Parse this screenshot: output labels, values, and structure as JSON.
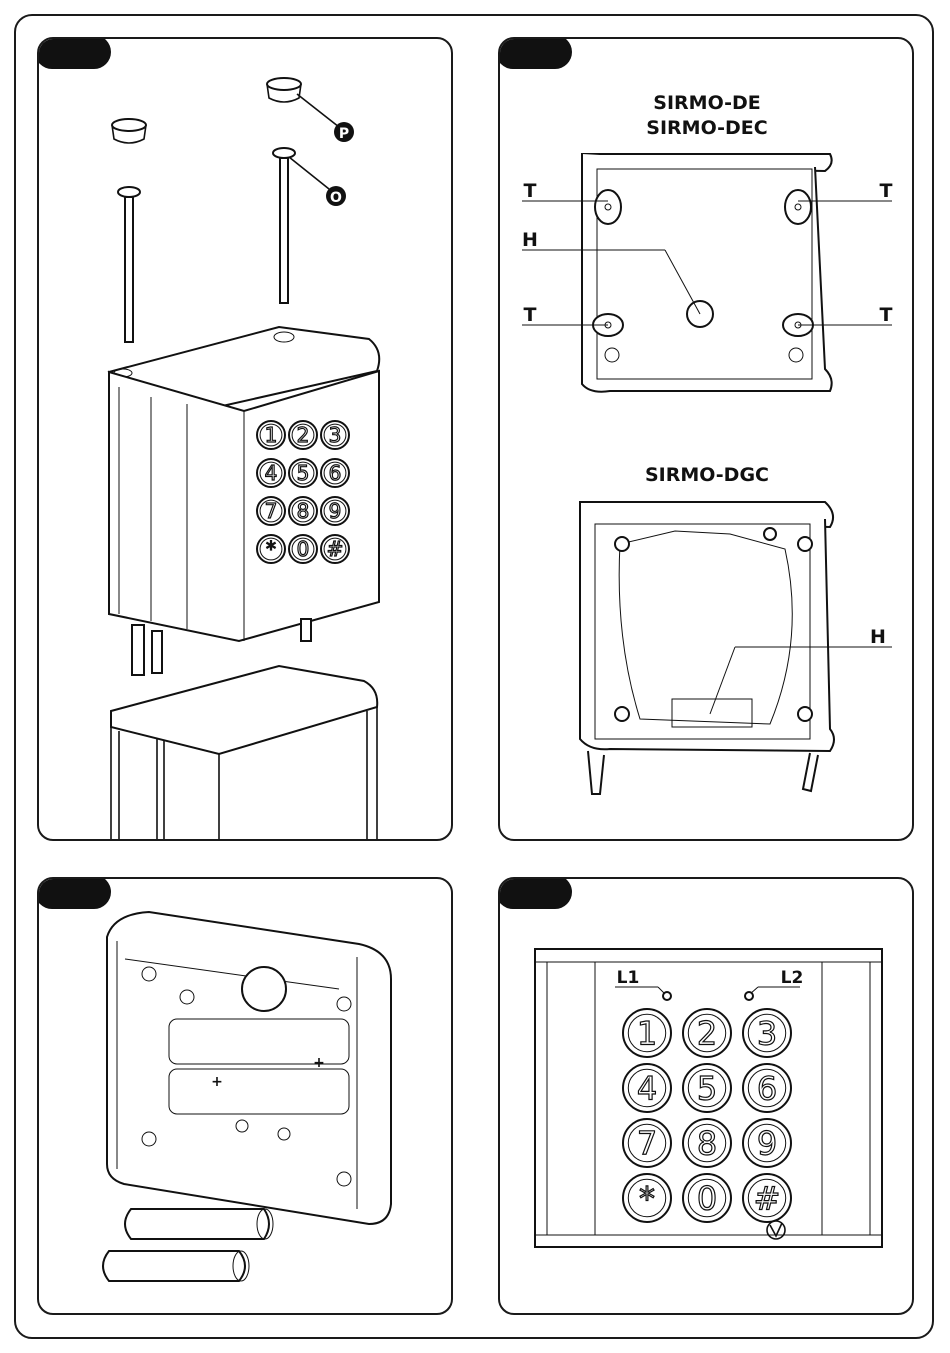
{
  "panels": {
    "p1": {
      "callouts": {
        "p": "P",
        "o": "O"
      }
    },
    "p2": {
      "model_a_line1": "SIRMO-DE",
      "model_a_line2": "SIRMO-DEC",
      "model_b": "SIRMO-DGC",
      "labels": {
        "t": "T",
        "h": "H"
      }
    },
    "p3": {
      "plus": "+"
    },
    "p4": {
      "led_left": "L1",
      "led_right": "L2"
    }
  },
  "keypad": [
    "1",
    "2",
    "3",
    "4",
    "5",
    "6",
    "7",
    "8",
    "9",
    "*",
    "0",
    "#"
  ],
  "colors": {
    "ink": "#111111",
    "paper": "#ffffff"
  }
}
